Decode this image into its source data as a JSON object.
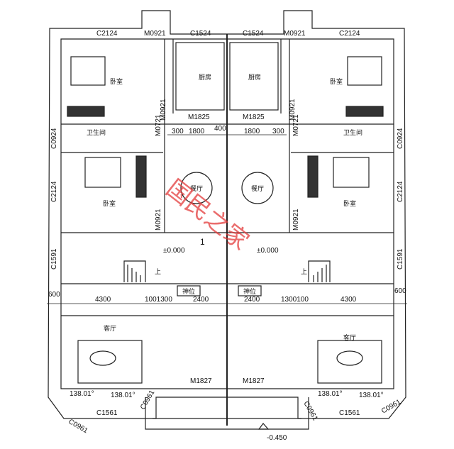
{
  "window_labels": {
    "c2124": "C2124",
    "c1524": "C1524",
    "c0924": "C0924",
    "c1591": "C1591",
    "c1561": "C1561",
    "c0961": "C0961"
  },
  "door_labels": {
    "m0921": "M0921",
    "m0721": "M0721",
    "m1825": "M1825",
    "m1827": "M1827"
  },
  "rooms": {
    "bedroom": "卧室",
    "kitchen": "厨房",
    "bathroom": "卫生间",
    "dining": "餐厅",
    "living": "客厅",
    "shrine": "神位"
  },
  "dimensions": {
    "d300": "300",
    "d1800": "1800",
    "d400": "400",
    "d600": "600",
    "d4300": "4300",
    "d1001300": "1001300",
    "d1300100": "1300100",
    "d2400": "2400"
  },
  "angles": {
    "a13801": "138.01°"
  },
  "levels": {
    "floor": "±0.000",
    "outside": "-0.450"
  },
  "stair": {
    "up": "上"
  },
  "unit_number": "1",
  "watermark": "国民之家"
}
